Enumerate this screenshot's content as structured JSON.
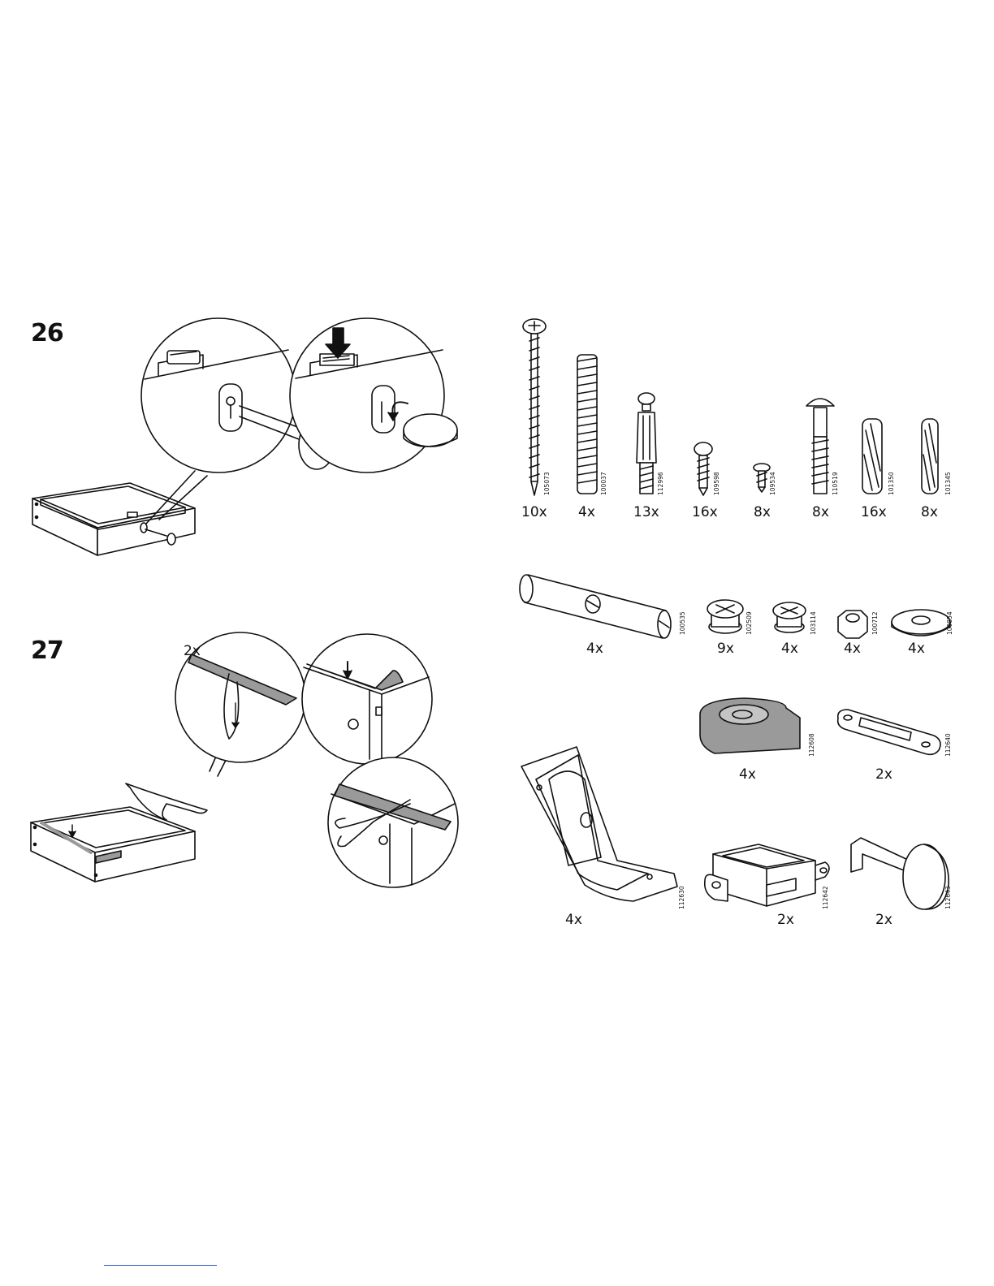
{
  "steps": [
    {
      "number": "26"
    },
    {
      "number": "27",
      "tape_count": "2x"
    }
  ],
  "parts_row1": [
    {
      "qty": "10x",
      "code": "105073"
    },
    {
      "qty": "4x",
      "code": "100037"
    },
    {
      "qty": "13x",
      "code": "112996"
    },
    {
      "qty": "16x",
      "code": "109598"
    },
    {
      "qty": "8x",
      "code": "109534"
    },
    {
      "qty": "8x",
      "code": "110519"
    },
    {
      "qty": "16x",
      "code": "101350"
    },
    {
      "qty": "8x",
      "code": "101345"
    }
  ],
  "parts_row2": [
    {
      "qty": "4x",
      "code": "100535"
    },
    {
      "qty": "9x",
      "code": "102509"
    },
    {
      "qty": "4x",
      "code": "103114"
    },
    {
      "qty": "4x",
      "code": "100712"
    },
    {
      "qty": "4x",
      "code": "100854"
    }
  ],
  "parts_row3": [
    {
      "qty": "4x",
      "code": "112608"
    },
    {
      "qty": "2x",
      "code": "112640"
    }
  ],
  "parts_row4": [
    {
      "qty": "4x",
      "code": "112630"
    },
    {
      "qty": "2x",
      "code": "112642"
    },
    {
      "qty": "2x",
      "code": "112643"
    }
  ],
  "colors": {
    "line": "#111111",
    "tape": "#9a9a9a",
    "footer_link": "#2a55c8"
  }
}
